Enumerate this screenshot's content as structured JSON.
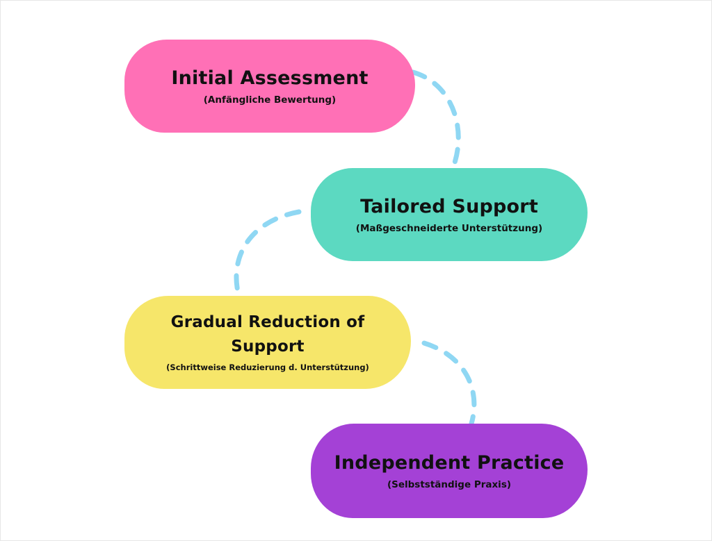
{
  "colors": {
    "connector": "#8fd7f3",
    "text": "#111111"
  },
  "steps": [
    {
      "title": "Initial Assessment",
      "subtitle": "(Anfängliche Bewertung)",
      "color": "#ff70b6"
    },
    {
      "title": "Tailored Support",
      "subtitle": "(Maßgeschneiderte Unterstützung)",
      "color": "#5cd9c1"
    },
    {
      "title": "Gradual Reduction of Support",
      "subtitle": "(Schrittweise Reduzierung d. Unterstützung)",
      "color": "#f6e66a"
    },
    {
      "title": "Independent Practice",
      "subtitle": "(Selbstständige Praxis)",
      "color": "#a441d6"
    }
  ]
}
